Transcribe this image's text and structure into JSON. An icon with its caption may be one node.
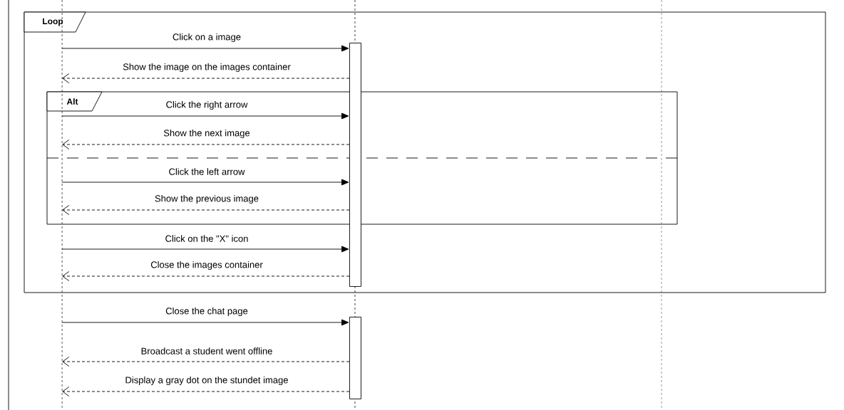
{
  "diagram": {
    "nodes": [
      {
        "text": [
          "Loop"
        ]
      },
      {
        "text": [
          "Alt"
        ],
        "in": 0
      },
      {
        "text": [],
        "shape": "line"
      },
      {
        "text": [],
        "shape": "line"
      },
      {
        "text": [],
        "shape": "line"
      },
      {
        "text": [],
        "shape": "bar",
        "in": 0
      },
      {
        "text": [],
        "shape": "bar"
      }
    ],
    "edges": [
      {
        "from": 2,
        "to": 5,
        "arrow": "to",
        "label": "Click on a image"
      },
      {
        "from": 5,
        "to": 2,
        "arrow": "to",
        "style": "dashed",
        "label": "Show the image on the images container"
      },
      {
        "from": 2,
        "to": 5,
        "arrow": "to",
        "label": "Click the right arrow"
      },
      {
        "from": 5,
        "to": 2,
        "arrow": "to",
        "style": "dashed",
        "label": "Show the next image"
      },
      {
        "from": 2,
        "to": 5,
        "arrow": "to",
        "label": "Click the left arrow"
      },
      {
        "from": 5,
        "to": 2,
        "arrow": "to",
        "style": "dashed",
        "label": "Show the previous image"
      },
      {
        "from": 2,
        "to": 5,
        "arrow": "to",
        "label": "Click on the \"X\" icon"
      },
      {
        "from": 5,
        "to": 2,
        "arrow": "to",
        "style": "dashed",
        "label": "Close the images container"
      },
      {
        "from": 2,
        "to": 6,
        "arrow": "to",
        "label": "Close the chat page"
      },
      {
        "from": 6,
        "to": 2,
        "arrow": "to",
        "style": "dashed",
        "label": "Broadcast a student went offline"
      },
      {
        "from": 6,
        "to": 2,
        "arrow": "to",
        "style": "dashed",
        "label": "Display a gray dot on the stundet image"
      }
    ]
  }
}
